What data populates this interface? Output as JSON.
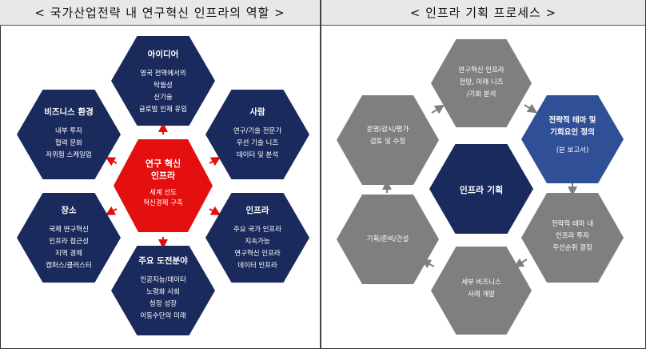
{
  "left_panel": {
    "title": "< 국가산업전략 내 연구혁신 인프라의 역할 >",
    "center": {
      "title": "연구 혁신\n인프라",
      "lines": [
        "세계 선도",
        "혁신경제 구축"
      ]
    },
    "nodes": [
      {
        "id": "idea",
        "title": "아이디어",
        "lines": [
          "영국 전역에서의",
          "탁월성",
          "신기술",
          "글로벌 인재 유입"
        ]
      },
      {
        "id": "people",
        "title": "사람",
        "lines": [
          "연구/기술 전문가",
          "우선 기술 니즈",
          "데이터 및 분석"
        ]
      },
      {
        "id": "infra",
        "title": "인프라",
        "lines": [
          "주요 국가 인프라",
          "지속가능",
          "연구혁신 인프라",
          "데이터 인프라"
        ]
      },
      {
        "id": "challenge",
        "title": "주요 도전분야",
        "lines": [
          "인공지능/데이터",
          "노령화 사회",
          "청정 성장",
          "이동수단의 미래"
        ]
      },
      {
        "id": "place",
        "title": "장소",
        "lines": [
          "국제 연구혁신",
          "인프라 접근성",
          "지역 경제",
          "캠퍼스/클러스터"
        ]
      },
      {
        "id": "business",
        "title": "비즈니스 환경",
        "lines": [
          "내부 투자",
          "협력 문화",
          "저위험 스케일업"
        ]
      }
    ]
  },
  "right_panel": {
    "title": "< 인프라 기획 프로세스 >",
    "center": {
      "title": "인프라 기획"
    },
    "steps": [
      {
        "id": "top",
        "lines": [
          "연구혁신 인프라",
          "전망, 미래 니즈",
          "/기회 분석"
        ]
      },
      {
        "id": "upper-right",
        "lines": [
          "전략적 테마 및",
          "기회요인 정의"
        ],
        "note": "(본 보고서)"
      },
      {
        "id": "lower-right",
        "lines": [
          "전략적 테마 내",
          "인프라 투자",
          "우선순위 결정"
        ]
      },
      {
        "id": "bottom",
        "lines": [
          "세부 비즈니스",
          "사례 개발"
        ]
      },
      {
        "id": "lower-left",
        "lines": [
          "기획/준비/건설"
        ]
      },
      {
        "id": "upper-left",
        "lines": [
          "운영/감시/평가",
          "검토 및 수정"
        ]
      }
    ]
  },
  "colors": {
    "navy": "#1b2a5c",
    "red": "#e4100f",
    "gray": "#7f7f7f",
    "blue": "#2f4f96"
  }
}
